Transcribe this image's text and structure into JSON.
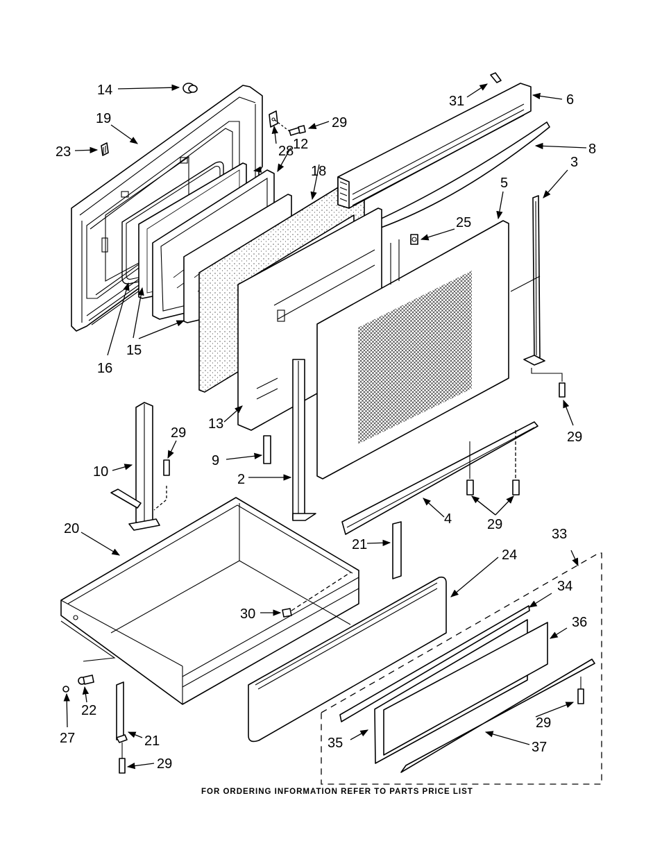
{
  "diagram": {
    "title": "Door and Drawer Parts",
    "footer_note": "FOR ORDERING INFORMATION REFER TO PARTS PRICE LIST",
    "callouts": [
      {
        "id": "c14",
        "label": "14",
        "part": "door-bumper"
      },
      {
        "id": "c19",
        "label": "19",
        "part": "inner-door-panel"
      },
      {
        "id": "c23",
        "label": "23",
        "part": "door-clip"
      },
      {
        "id": "c29a",
        "label": "29",
        "part": "screw"
      },
      {
        "id": "c28",
        "label": "28",
        "part": "bracket"
      },
      {
        "id": "c12",
        "label": "12",
        "part": "glass-retainer"
      },
      {
        "id": "c18",
        "label": "18",
        "part": "insulation"
      },
      {
        "id": "c16",
        "label": "16",
        "part": "door-gasket"
      },
      {
        "id": "c15",
        "label": "15",
        "part": "door-glass"
      },
      {
        "id": "c31",
        "label": "31",
        "part": "screw"
      },
      {
        "id": "c6",
        "label": "6",
        "part": "vent-trim"
      },
      {
        "id": "c8",
        "label": "8",
        "part": "door-handle"
      },
      {
        "id": "c3",
        "label": "3",
        "part": "door-side-trim"
      },
      {
        "id": "c5",
        "label": "5",
        "part": "outer-door-panel"
      },
      {
        "id": "c25",
        "label": "25",
        "part": "handle-bracket"
      },
      {
        "id": "c29b",
        "label": "29",
        "part": "screw"
      },
      {
        "id": "c13",
        "label": "13",
        "part": "door-liner"
      },
      {
        "id": "c9",
        "label": "9",
        "part": "spacer"
      },
      {
        "id": "c2",
        "label": "2",
        "part": "door-side-trim"
      },
      {
        "id": "c10",
        "label": "10",
        "part": "hinge-receiver"
      },
      {
        "id": "c29c",
        "label": "29",
        "part": "screw"
      },
      {
        "id": "c4",
        "label": "4",
        "part": "door-bottom-trim"
      },
      {
        "id": "c29d",
        "label": "29",
        "part": "screws"
      },
      {
        "id": "c20",
        "label": "20",
        "part": "drawer-body"
      },
      {
        "id": "c21a",
        "label": "21",
        "part": "drawer-slide-bracket"
      },
      {
        "id": "c24",
        "label": "24",
        "part": "drawer-front"
      },
      {
        "id": "c33",
        "label": "33",
        "part": "drawer-panel-kit"
      },
      {
        "id": "c34",
        "label": "34",
        "part": "top-trim"
      },
      {
        "id": "c30",
        "label": "30",
        "part": "screw"
      },
      {
        "id": "c36",
        "label": "36",
        "part": "panel"
      },
      {
        "id": "c22",
        "label": "22",
        "part": "drawer-roller"
      },
      {
        "id": "c27",
        "label": "27",
        "part": "washer"
      },
      {
        "id": "c21b",
        "label": "21",
        "part": "drawer-slide-bracket"
      },
      {
        "id": "c29e",
        "label": "29",
        "part": "screw"
      },
      {
        "id": "c29f",
        "label": "29",
        "part": "screw"
      },
      {
        "id": "c35",
        "label": "35",
        "part": "panel-backing"
      },
      {
        "id": "c37",
        "label": "37",
        "part": "bottom-trim"
      }
    ]
  }
}
